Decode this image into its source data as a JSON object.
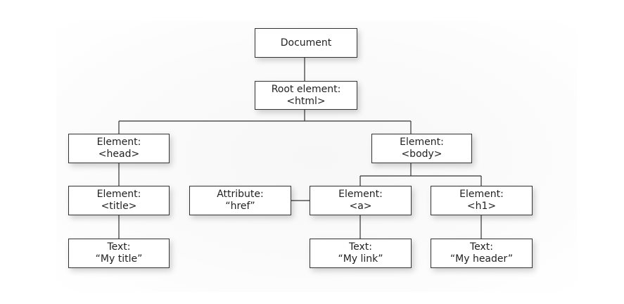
{
  "nodes": {
    "document": {
      "line1": "Document"
    },
    "html": {
      "line1": "Root element:",
      "line2": "<html>"
    },
    "head": {
      "line1": "Element:",
      "line2": "<head>"
    },
    "body": {
      "line1": "Element:",
      "line2": "<body>"
    },
    "title": {
      "line1": "Element:",
      "line2": "<title>"
    },
    "href": {
      "line1": "Attribute:",
      "line2": "“href”"
    },
    "a": {
      "line1": "Element:",
      "line2": "<a>"
    },
    "h1": {
      "line1": "Element:",
      "line2": "<h1>"
    },
    "text_title": {
      "line1": "Text:",
      "line2": "“My title”"
    },
    "text_link": {
      "line1": "Text:",
      "line2": "“My link”"
    },
    "text_header": {
      "line1": "Text:",
      "line2": "“My header”"
    }
  },
  "colors": {
    "border": "#333333",
    "line": "#333333",
    "text": "#222222",
    "box_fill": "#ffffff"
  }
}
